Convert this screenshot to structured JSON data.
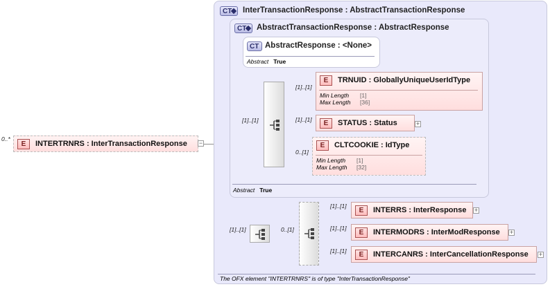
{
  "root": {
    "cardinality": "0..*",
    "badge": "E",
    "label": "INTERTRNRS : InterTransactionResponse",
    "toggle": "−"
  },
  "outer_type": {
    "badge": "CT",
    "title": "InterTransactionResponse : AbstractTransactionResponse",
    "footer": "The OFX element \"INTERTRNRS\" is of type \"InterTransactionResponse\""
  },
  "atr_type": {
    "badge": "CT",
    "title": "AbstractTransactionResponse : AbstractResponse",
    "abstract_label": "Abstract",
    "abstract_value": "True"
  },
  "ar_type": {
    "badge": "CT",
    "title": "AbstractResponse : <None>",
    "abstract_label": "Abstract",
    "abstract_value": "True"
  },
  "sequence1": {
    "cardinality": "[1]..[1]"
  },
  "trnuid": {
    "cardinality": "[1]..[1]",
    "badge": "E",
    "title": "TRNUID  : GloballyUniqueUserIdType",
    "min_label": "Min Length",
    "min_value": "[1]",
    "max_label": "Max Length",
    "max_value": "[36]"
  },
  "status": {
    "cardinality": "[1]..[1]",
    "badge": "E",
    "title": "STATUS : Status",
    "toggle": "+"
  },
  "cltcookie": {
    "cardinality": "0..[1]",
    "badge": "E",
    "title": "CLTCOOKIE : IdType",
    "min_label": "Min Length",
    "min_value": "[1]",
    "max_label": "Max Length",
    "max_value": "[32]"
  },
  "sequence2": {
    "cardinality": "[1]..[1]"
  },
  "choice": {
    "cardinality": "0..[1]"
  },
  "interrs": {
    "cardinality": "[1]..[1]",
    "badge": "E",
    "title": "INTERRS : InterResponse",
    "toggle": "+"
  },
  "intermodrs": {
    "cardinality": "[1]..[1]",
    "badge": "E",
    "title": "INTERMODRS : InterModResponse",
    "toggle": "+"
  },
  "intercanrs": {
    "cardinality": "[1]..[1]",
    "badge": "E",
    "title": "INTERCANRS : InterCancellationResponse",
    "toggle": "+"
  }
}
